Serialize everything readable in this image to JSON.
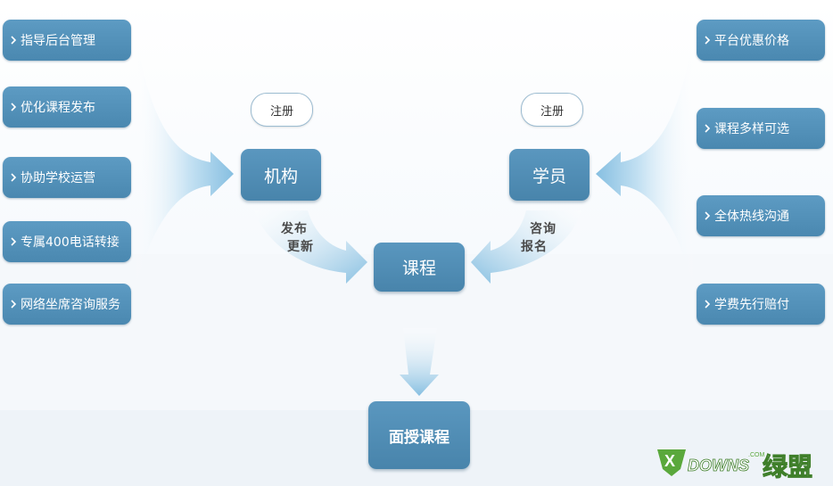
{
  "left_items": [
    {
      "label": "指导后台管理"
    },
    {
      "label": "优化课程发布"
    },
    {
      "label": "协助学校运营"
    },
    {
      "label": "专属400电话转接"
    },
    {
      "label": "网络坐席咨询服务"
    }
  ],
  "right_items": [
    {
      "label": "平台优惠价格"
    },
    {
      "label": "课程多样可选"
    },
    {
      "label": "全体热线沟通"
    },
    {
      "label": "学费先行赔付"
    }
  ],
  "nodes": {
    "org": "机构",
    "student": "学员",
    "course": "课程",
    "face_course": "面授课程"
  },
  "register": {
    "org": "注册",
    "student": "注册"
  },
  "arrow_labels": {
    "publish_line1": "发布",
    "publish_line2": "更新",
    "consult_line1": "咨询",
    "consult_line2": "报名"
  },
  "watermark": {
    "brand": "DOWNS",
    "brand_cn": "绿盟",
    "domain_suffix": ".COM",
    "letter": "X"
  },
  "colors": {
    "node_blue": "#4a88b0",
    "arrow_blue": "#8cc2e2",
    "brand_green": "#5aa83c"
  }
}
